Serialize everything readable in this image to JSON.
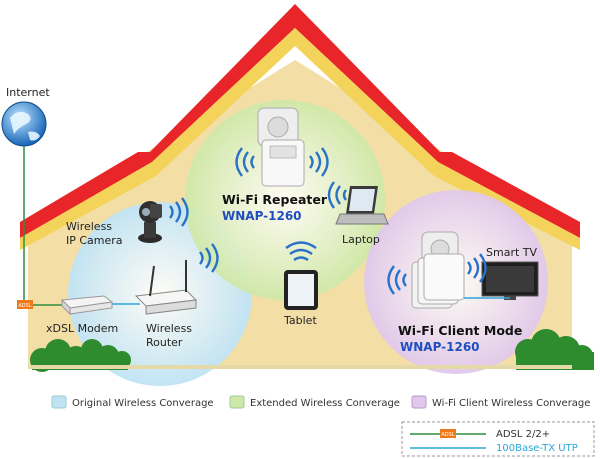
{
  "labels": {
    "internet": "Internet",
    "camera_line1": "Wireless",
    "camera_line2": "IP Camera",
    "repeater_title": "Wi-Fi Repeater",
    "repeater_model": "WNAP-1260",
    "laptop": "Laptop",
    "smart_tv": "Smart TV",
    "modem": "xDSL Modem",
    "router_line1": "Wireless",
    "router_line2": "Router",
    "tablet": "Tablet",
    "client_title": "Wi-Fi Client Mode",
    "client_model": "WNAP-1260",
    "adsl_tag": "ADSL"
  },
  "legend": {
    "items": [
      {
        "label": "Original Wireless Converage",
        "color": "#bfe3f5"
      },
      {
        "label": "Extended Wireless Converage",
        "color": "#cfe8a8"
      },
      {
        "label": "Wi-Fi Client Wireless Converage",
        "color": "#e0c8ec"
      }
    ],
    "lines": [
      {
        "label": "ADSL 2/2+",
        "color": "#2f8f3f",
        "tag": "ADSL"
      },
      {
        "label": "100Base-TX UTP",
        "color": "#2aa7d8"
      }
    ]
  },
  "colors": {
    "roof": "#e8262a",
    "roof_trim": "#f3d35a",
    "wall": "#f3dfa6",
    "coverage_original": "#bfe3f5",
    "coverage_extended": "#cfe8a8",
    "coverage_client": "#e0c8ec",
    "wifi_waves": "#2a72c8",
    "adsl_line": "#2f8f3f",
    "utp_line": "#2aa7d8",
    "model_text": "#1f4fbf"
  }
}
